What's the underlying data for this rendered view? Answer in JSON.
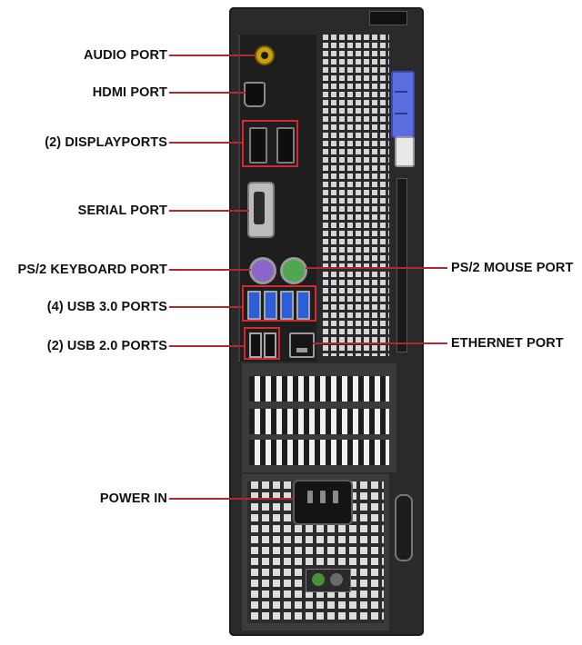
{
  "labels": {
    "audio": "AUDIO PORT",
    "hdmi": "HDMI PORT",
    "displayports": "(2) DISPLAYPORTS",
    "serial": "SERIAL PORT",
    "ps2_keyboard": "PS/2 KEYBOARD PORT",
    "usb3": "(4) USB 3.0 PORTS",
    "usb2": "(2) USB 2.0 PORTS",
    "power_in": "POWER IN",
    "ps2_mouse": "PS/2 MOUSE PORT",
    "ethernet": "ETHERNET PORT"
  },
  "colors": {
    "leader": "#b3282d",
    "highlight": "#d22a2f",
    "chassis": "#2a2a2c",
    "audio_jack": "#c8a20a",
    "ps2_keyboard": "#8b66c8",
    "ps2_mouse": "#4fa84f",
    "usb3": "#2b5ed8",
    "release_handle": "#5b6ee0"
  }
}
